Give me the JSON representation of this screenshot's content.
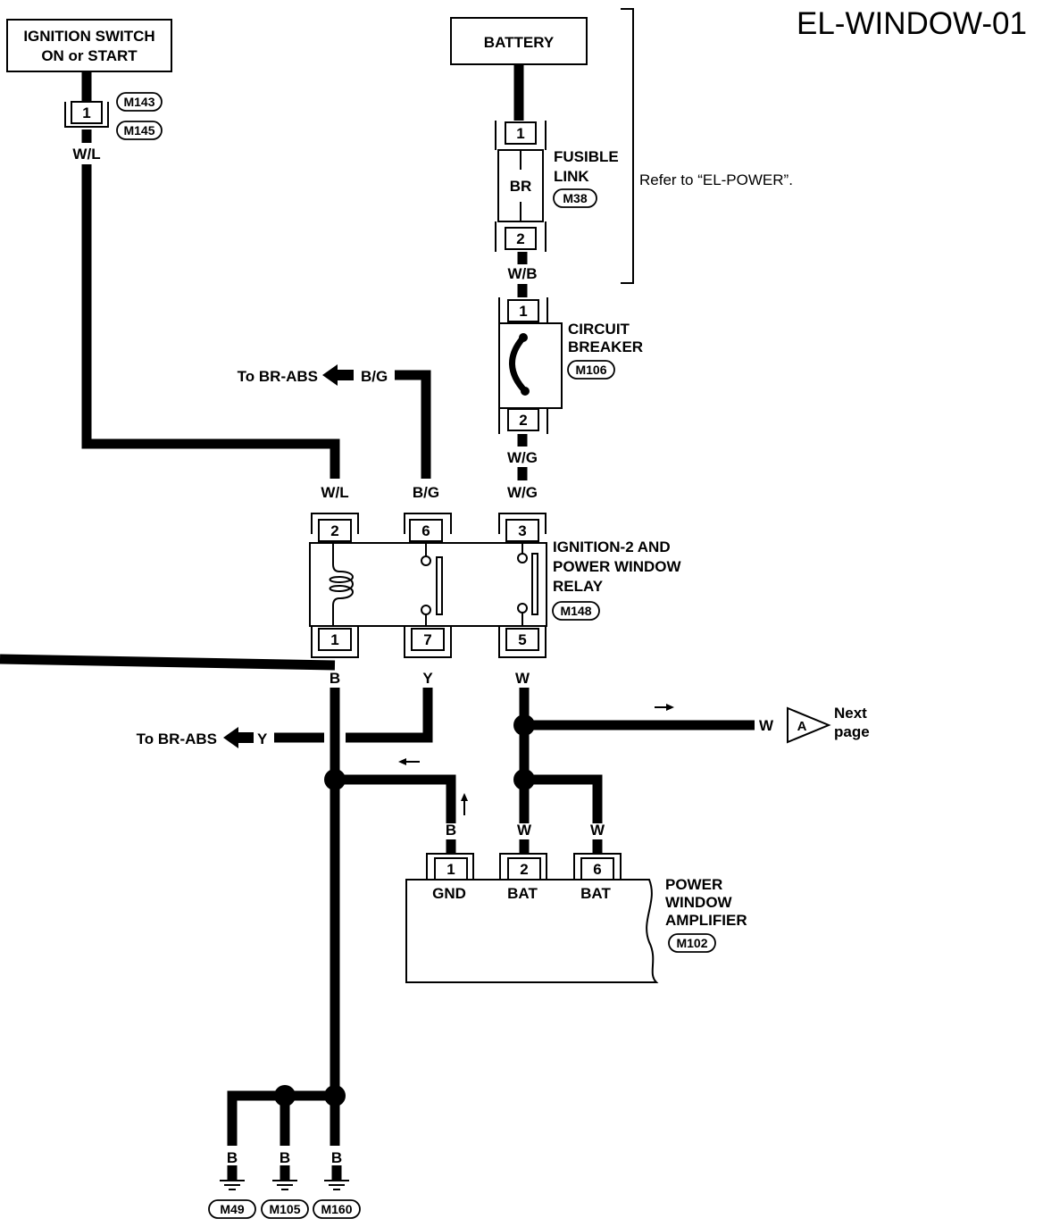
{
  "diagram_id": "EL-WINDOW-01",
  "components": {
    "ignition_switch": {
      "line1": "IGNITION SWITCH",
      "line2": "ON or START",
      "pin": "1",
      "connectors": [
        "M143",
        "M145"
      ]
    },
    "battery": {
      "label": "BATTERY"
    },
    "fusible_link": {
      "line1": "FUSIBLE",
      "line2": "LINK",
      "value": "BR",
      "connector": "M38",
      "pin_top": "1",
      "pin_bottom": "2"
    },
    "refer_note": "Refer to “EL-POWER”.",
    "circuit_breaker": {
      "line1": "CIRCUIT",
      "line2": "BREAKER",
      "connector": "M106",
      "pin_top": "1",
      "pin_bottom": "2"
    },
    "relay": {
      "line1": "IGNITION-2 AND",
      "line2": "POWER WINDOW",
      "line3": "RELAY",
      "connector": "M148",
      "pins_top": [
        "2",
        "6",
        "3"
      ],
      "pins_bottom": [
        "1",
        "7",
        "5"
      ]
    },
    "amplifier": {
      "line1": "POWER",
      "line2": "WINDOW",
      "line3": "AMPLIFIER",
      "connector": "M102",
      "pins": [
        "1",
        "2",
        "6"
      ],
      "pin_names": [
        "GND",
        "BAT",
        "BAT"
      ]
    },
    "grounds": [
      "M49",
      "M105",
      "M160"
    ]
  },
  "wires": {
    "ign_out": "W/L",
    "fusible_out": "W/B",
    "breaker_out": "W/G",
    "relay_in_2": "W/L",
    "relay_in_6": "B/G",
    "relay_in_3": "W/G",
    "to_br_abs_bg_color": "B/G",
    "to_br_abs_y_color": "Y",
    "relay_out_1": "B",
    "relay_out_7": "Y",
    "relay_out_5": "W",
    "amp_in_1": "B",
    "amp_in_2": "W",
    "amp_in_6": "W",
    "next_page_color": "W",
    "ground_1": "B",
    "ground_2": "B",
    "ground_3": "B"
  },
  "references": {
    "to_br_abs": "To BR-ABS",
    "next_page_line1": "Next",
    "next_page_line2": "page",
    "next_page_connector": "A"
  }
}
